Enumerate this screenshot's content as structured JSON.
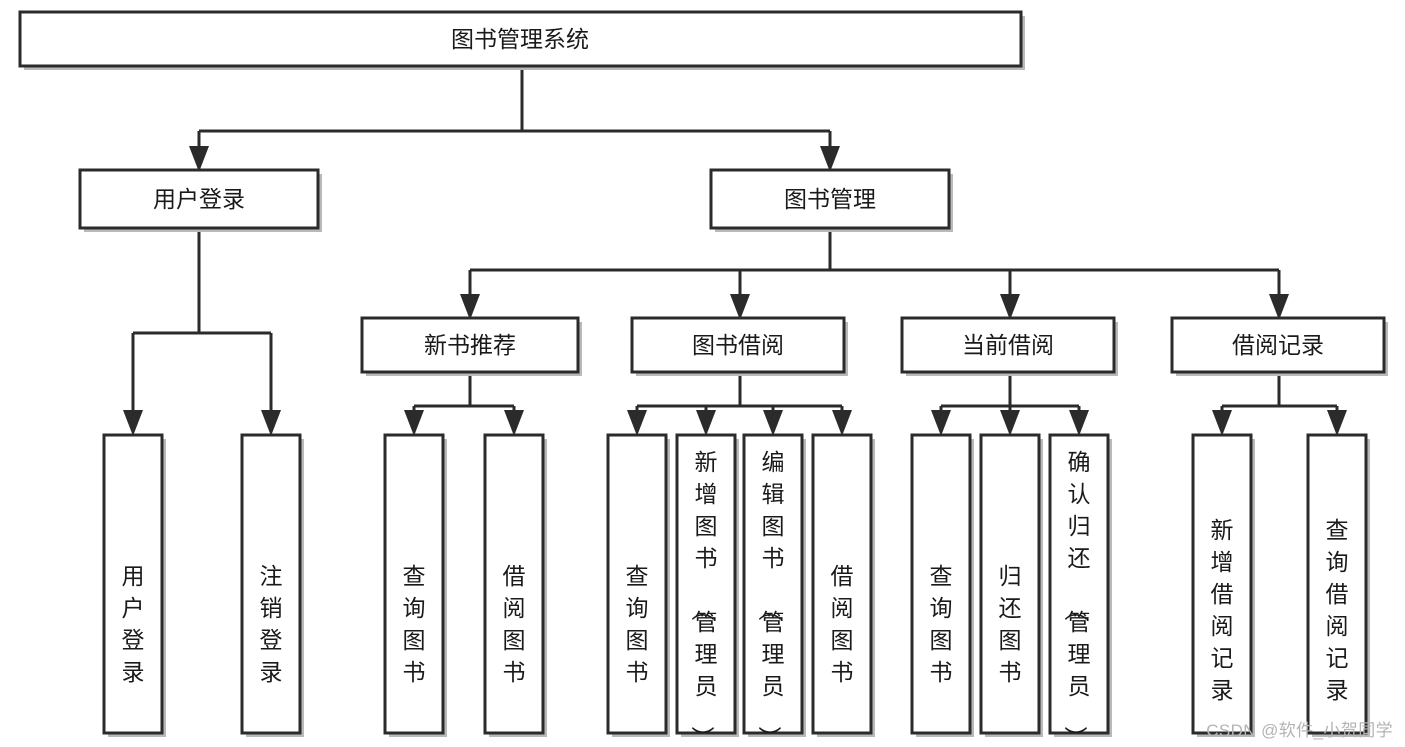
{
  "diagram": {
    "title": "图书管理系统",
    "type": "hierarchy-tree",
    "watermark": "CSDN @软件_小贺同学",
    "colors": {
      "stroke": "#2b2b2b",
      "fill": "#ffffff",
      "text": "#1a1a1a",
      "shadow": "#b9b9b9",
      "watermark": "#b4b4b4"
    },
    "levels": {
      "root": "图书管理系统",
      "level2": [
        "用户登录",
        "图书管理"
      ],
      "level3": [
        "新书推荐",
        "图书借阅",
        "当前借阅",
        "借阅记录"
      ]
    },
    "nodes": {
      "root": {
        "label": "图书管理系统",
        "orientation": "horizontal"
      },
      "user_login": {
        "label": "用户登录",
        "orientation": "horizontal"
      },
      "book_manage": {
        "label": "图书管理",
        "orientation": "horizontal"
      },
      "new_book_rec": {
        "label": "新书推荐",
        "orientation": "horizontal"
      },
      "book_borrow": {
        "label": "图书借阅",
        "orientation": "horizontal"
      },
      "current_borrow": {
        "label": "当前借阅",
        "orientation": "horizontal"
      },
      "borrow_record": {
        "label": "借阅记录",
        "orientation": "horizontal"
      },
      "leaf_user_login": {
        "label": "用户登录",
        "orientation": "vertical"
      },
      "leaf_logout": {
        "label": "注销登录",
        "orientation": "vertical"
      },
      "leaf_query_book_1": {
        "label": "查询图书",
        "orientation": "vertical"
      },
      "leaf_borrow_book_1": {
        "label": "借阅图书",
        "orientation": "vertical"
      },
      "leaf_query_book_2": {
        "label": "查询图书",
        "orientation": "vertical"
      },
      "leaf_add_book": {
        "label": "新增图书（管理员）",
        "orientation": "vertical"
      },
      "leaf_edit_book": {
        "label": "编辑图书（管理员）",
        "orientation": "vertical"
      },
      "leaf_borrow_book_2": {
        "label": "借阅图书",
        "orientation": "vertical"
      },
      "leaf_query_book_3": {
        "label": "查询图书",
        "orientation": "vertical"
      },
      "leaf_return_book": {
        "label": "归还图书",
        "orientation": "vertical"
      },
      "leaf_confirm_return": {
        "label": "确认归还（管理员）",
        "orientation": "vertical"
      },
      "leaf_add_record": {
        "label": "新增借阅记录",
        "orientation": "vertical"
      },
      "leaf_query_record": {
        "label": "查询借阅记录",
        "orientation": "vertical"
      }
    },
    "edges": [
      {
        "from": "root",
        "to": "user_login"
      },
      {
        "from": "root",
        "to": "book_manage"
      },
      {
        "from": "user_login",
        "to": "leaf_user_login"
      },
      {
        "from": "user_login",
        "to": "leaf_logout"
      },
      {
        "from": "book_manage",
        "to": "new_book_rec"
      },
      {
        "from": "book_manage",
        "to": "book_borrow"
      },
      {
        "from": "book_manage",
        "to": "current_borrow"
      },
      {
        "from": "book_manage",
        "to": "borrow_record"
      },
      {
        "from": "new_book_rec",
        "to": "leaf_query_book_1"
      },
      {
        "from": "new_book_rec",
        "to": "leaf_borrow_book_1"
      },
      {
        "from": "book_borrow",
        "to": "leaf_query_book_2"
      },
      {
        "from": "book_borrow",
        "to": "leaf_add_book"
      },
      {
        "from": "book_borrow",
        "to": "leaf_edit_book"
      },
      {
        "from": "book_borrow",
        "to": "leaf_borrow_book_2"
      },
      {
        "from": "current_borrow",
        "to": "leaf_query_book_3"
      },
      {
        "from": "current_borrow",
        "to": "leaf_return_book"
      },
      {
        "from": "current_borrow",
        "to": "leaf_confirm_return"
      },
      {
        "from": "borrow_record",
        "to": "leaf_add_record"
      },
      {
        "from": "borrow_record",
        "to": "leaf_query_record"
      }
    ]
  }
}
